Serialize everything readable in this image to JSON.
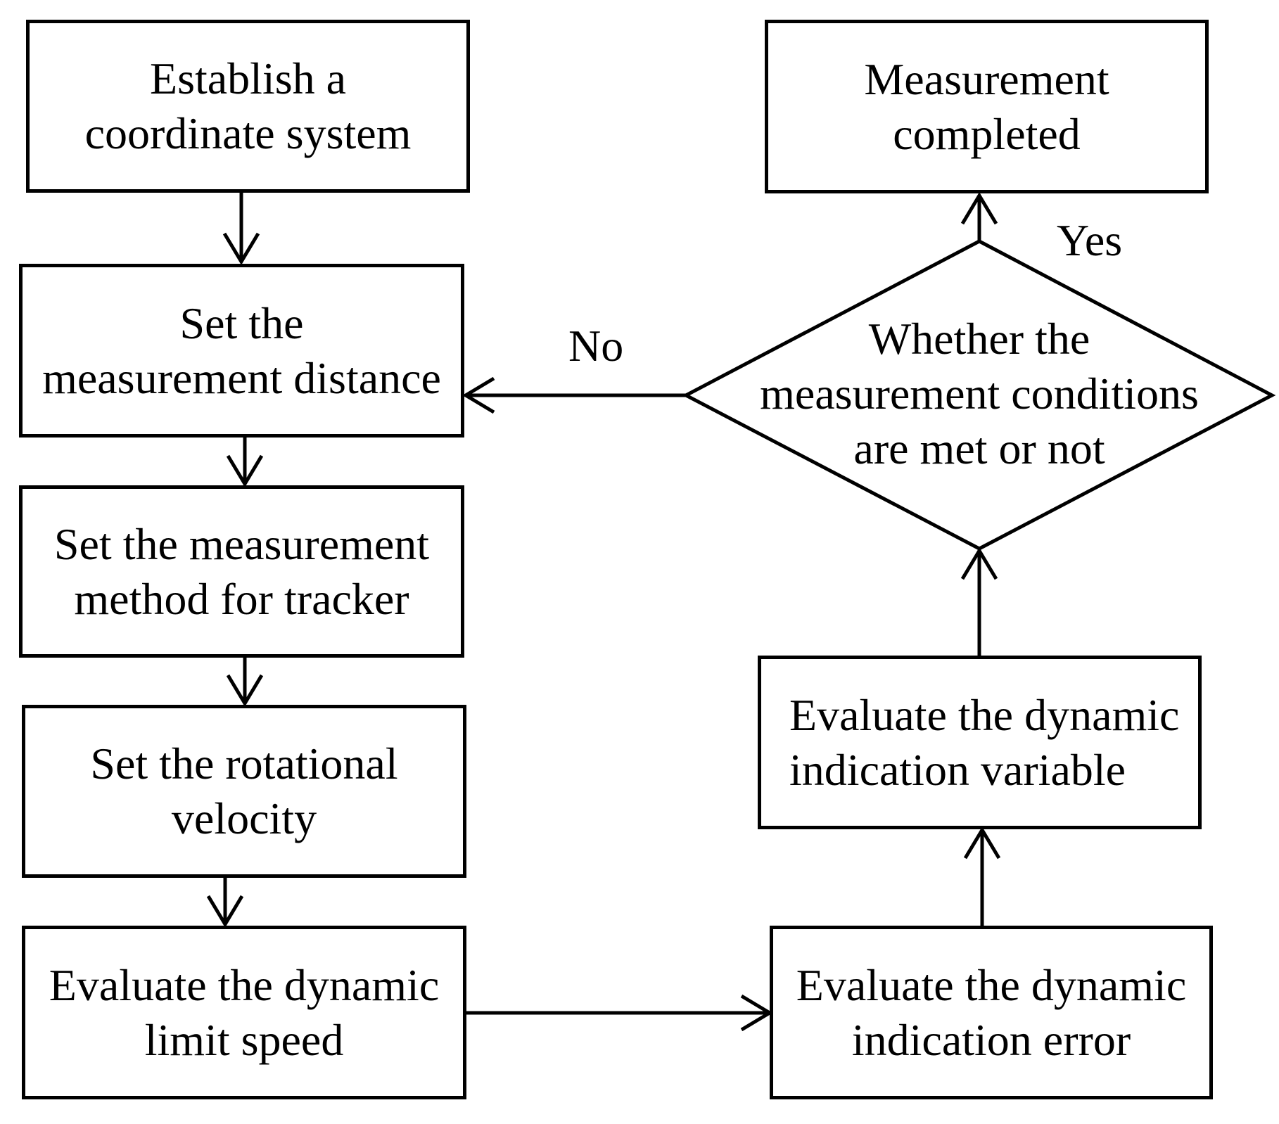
{
  "nodes": {
    "establish": {
      "lines": [
        "Establish a",
        "coordinate system"
      ]
    },
    "set_distance": {
      "lines": [
        "Set the",
        "measurement  distance"
      ]
    },
    "set_method": {
      "lines": [
        "Set the measurement",
        "method for tracker"
      ]
    },
    "set_velocity": {
      "lines": [
        "Set the rotational",
        "velocity"
      ]
    },
    "eval_limit_speed": {
      "lines": [
        "Evaluate the dynamic",
        "limit speed"
      ]
    },
    "eval_indication_error": {
      "lines": [
        "Evaluate the dynamic",
        "indication error"
      ]
    },
    "eval_indication_variable": {
      "lines": [
        "Evaluate the dynamic",
        "indication variable"
      ]
    },
    "decision": {
      "lines": [
        "Whether the",
        "measurement conditions",
        "are met or not"
      ]
    },
    "completed": {
      "lines": [
        "Measurement",
        "completed"
      ]
    }
  },
  "edge_labels": {
    "yes": "Yes",
    "no": "No"
  },
  "colors": {
    "stroke": "#000000",
    "fill": "#ffffff",
    "text": "#000000"
  }
}
